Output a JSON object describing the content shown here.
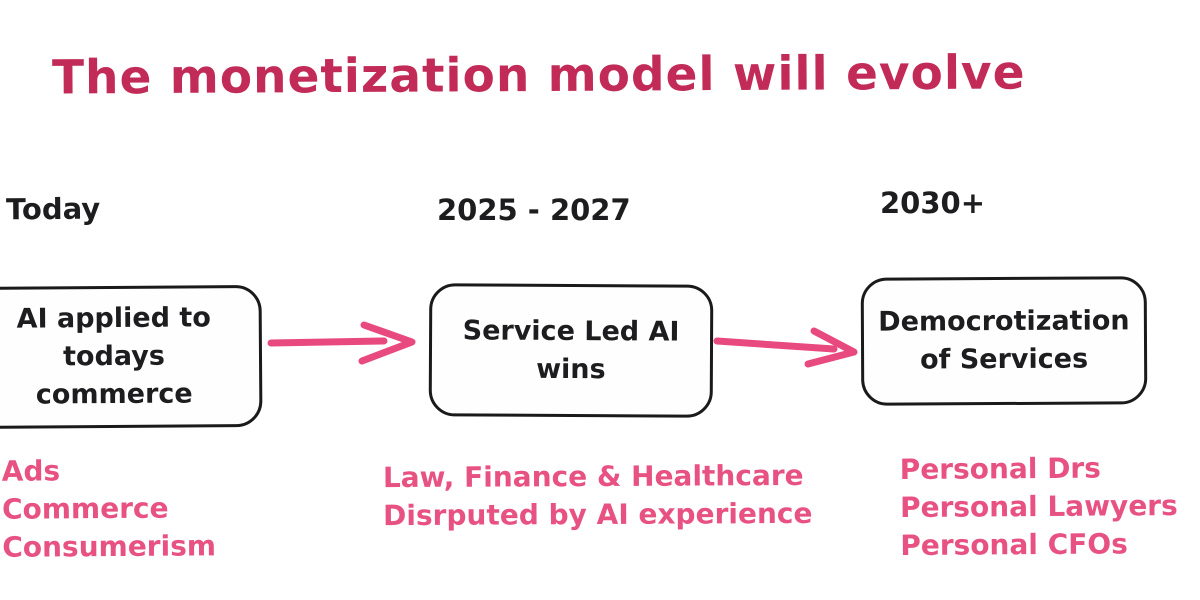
{
  "title": "The monetization model will evolve",
  "colors": {
    "title_crimson": "#c22b57",
    "accent_pink": "#e8497f",
    "ink_black": "#1d1d1f",
    "box_border": "#1a1a1a",
    "background": "#ffffff"
  },
  "columns": [
    {
      "period": "Today",
      "box_lines": [
        "AI applied to",
        "todays",
        "commerce"
      ],
      "items": [
        "Ads",
        "Commerce",
        "Consumerism"
      ]
    },
    {
      "period": "2025 - 2027",
      "box_lines": [
        "Service Led AI",
        "wins"
      ],
      "items": [
        "Law, Finance & Healthcare",
        "Disrputed by AI experience"
      ]
    },
    {
      "period": "2030+",
      "box_lines": [
        "Democrotization",
        "of Services"
      ],
      "items": [
        "Personal Drs",
        "Personal Lawyers",
        "Personal CFOs"
      ]
    }
  ],
  "arrows": [
    "arrow-right",
    "arrow-right"
  ]
}
